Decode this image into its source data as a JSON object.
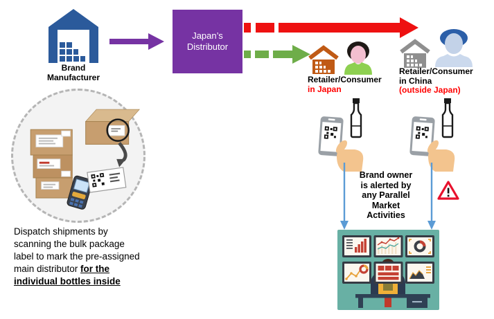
{
  "colors": {
    "purple": "#7633A3",
    "red": "#EE1111",
    "green": "#6EAD49",
    "blue": "#5B9BD5",
    "navy": "#2B5A9B",
    "orange": "#C05A15",
    "gray": "#8F8F8F",
    "teal": "#68B0A4",
    "alert_red": "#FF0000"
  },
  "manufacturer": {
    "lines": [
      "Brand",
      "Manufacturer"
    ]
  },
  "distributor": {
    "lines": [
      "Japan’s",
      "Distributor"
    ]
  },
  "retailer_japan": {
    "title": "Retailer/Consumer",
    "location": "in Japan"
  },
  "retailer_china": {
    "title": "Retailer/Consumer",
    "location": "in China",
    "note": "(outside Japan)"
  },
  "alert": {
    "lines": [
      "Brand owner",
      "is alerted by",
      "any Parallel",
      "Market",
      "Activities"
    ]
  },
  "dispatch_note": {
    "text": "Dispatch shipments by scanning the bulk package label to mark the pre-assigned main distributor ",
    "emphasis": "for the individual bottles inside"
  }
}
